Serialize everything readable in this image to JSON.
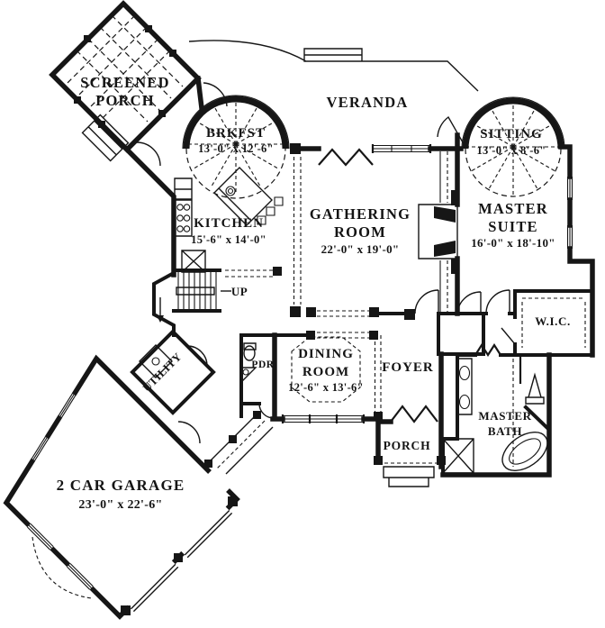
{
  "colors": {
    "line": "#161616",
    "background": "#ffffff"
  },
  "rooms": {
    "screened_porch": {
      "name_line1": "SCREENED",
      "name_line2": "PORCH"
    },
    "breakfast": {
      "name": "BRKFST",
      "dims": "13'-0\" x 12'-6\""
    },
    "veranda": {
      "name": "VERANDA"
    },
    "sitting": {
      "name": "SITTING",
      "dims": "13'-0\" x 8'-6\""
    },
    "master_suite": {
      "name_line1": "MASTER",
      "name_line2": "SUITE",
      "dims": "16'-0\" x 18'-10\""
    },
    "gathering": {
      "name_line1": "GATHERING",
      "name_line2": "ROOM",
      "dims": "22'-0\" x 19'-0\""
    },
    "kitchen": {
      "name": "KITCHEN",
      "dims": "15'-6\" x 14'-0\""
    },
    "wic": {
      "name": "W.I.C."
    },
    "dining": {
      "name_line1": "DINING",
      "name_line2": "ROOM",
      "dims": "12'-6\" x 13'-6\""
    },
    "powder": {
      "name": "PDR"
    },
    "foyer": {
      "name": "FOYER"
    },
    "utility": {
      "name": "UTILITY"
    },
    "master_bath": {
      "name_line1": "MASTER",
      "name_line2": "BATH"
    },
    "front_porch": {
      "name": "PORCH"
    },
    "garage": {
      "name": "2 CAR GARAGE",
      "dims": "23'-0\" x 22'-6\""
    },
    "stairs": {
      "label": "UP"
    }
  }
}
